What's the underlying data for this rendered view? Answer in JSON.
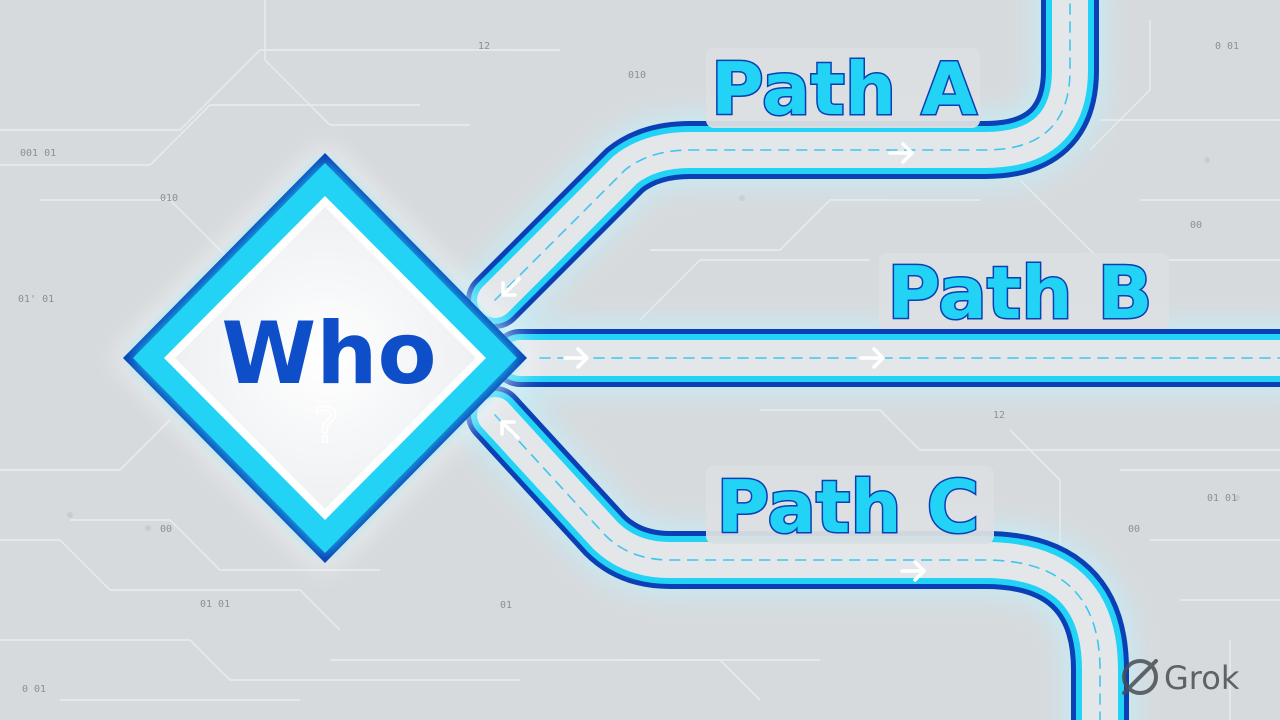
{
  "diagram": {
    "center_node": {
      "label": "Who",
      "sub_symbol": "?"
    },
    "paths": [
      {
        "id": "a",
        "label": "Path A"
      },
      {
        "id": "b",
        "label": "Path B"
      },
      {
        "id": "c",
        "label": "Path C"
      }
    ],
    "background_codes": [
      "001 01",
      "010",
      "010",
      "01' 01",
      "00",
      "01 01",
      "01",
      "0 01",
      "12",
      "00",
      "01 01",
      "00",
      "0 01",
      "12"
    ]
  },
  "watermark": {
    "text": "Grok"
  },
  "colors": {
    "background": "#d7dadd",
    "road_outline": "#0b3fb5",
    "road_glow": "#22d3f5",
    "road_surface": "#e4e7ea",
    "diamond_fill": "#eef0f2",
    "who_text": "#0e4fc9"
  }
}
